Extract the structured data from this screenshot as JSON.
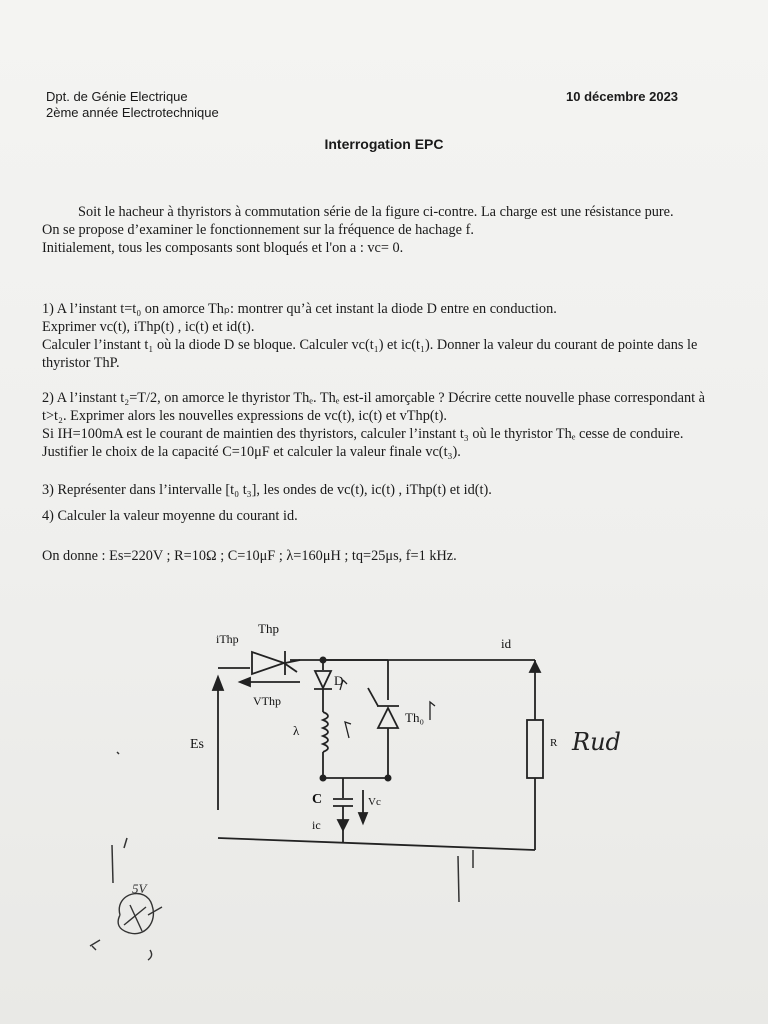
{
  "header": {
    "dept": "Dpt. de Génie Electrique",
    "year": "2ème année Electrotechnique",
    "date": "10 décembre 2023"
  },
  "title": "Interrogation EPC",
  "intro": [
    "Soit le hacheur à thyristors à commutation série de la figure ci-contre. La charge est une résistance pure.",
    "On se propose d’examiner le fonctionnement sur la fréquence de hachage f.",
    "Initialement, tous les composants sont bloqués et l'on a : vc= 0."
  ],
  "questions": [
    {
      "lines": [
        "1) A l’instant t=t₀ on amorce Thₚ: montrer qu’à cet instant la diode D entre en conduction.",
        "Exprimer vc(t), iThp(t) , ic(t) et id(t).",
        "Calculer l’instant t₁ où la diode D se bloque. Calculer vc(t₁) et ic(t₁). Donner la valeur du courant de pointe dans le thyristor ThP."
      ]
    },
    {
      "lines": [
        "2) A l’instant t₂=T/2, on amorce le thyristor Thₑ. Thₑ est-il amorçable ? Décrire cette nouvelle phase correspondant à t>t₂. Exprimer alors les nouvelles expressions de vc(t), ic(t) et vThp(t).",
        "Si IH=100mA est le courant de maintien des thyristors, calculer l’instant t₃ où le thyristor Thₑ cesse de conduire. Justifier le choix de la capacité C=10μF et calculer la valeur finale vc(t₃)."
      ]
    },
    {
      "lines": [
        "3) Représenter dans l’intervalle [t₀ t₃], les ondes de vc(t), ic(t) , iThp(t) et id(t)."
      ]
    },
    {
      "lines": [
        "4) Calculer la valeur moyenne du courant id."
      ]
    }
  ],
  "given": "On donne : Es=220V ; R=10Ω ; C=10μF ; λ=160μH ; tq=25μs, f=1 kHz.",
  "circuit": {
    "labels": {
      "i_thp": "iThp",
      "thp": "Thp",
      "v_thp": "VThp",
      "es": "Es",
      "lambda": "λ",
      "diode": "D",
      "the": "Th₀",
      "c": "C",
      "vc": "Vc",
      "ic": "ic",
      "id": "id",
      "r": "R"
    },
    "handwriting": {
      "load_note": "Rud",
      "doodle_text": "5V"
    }
  }
}
